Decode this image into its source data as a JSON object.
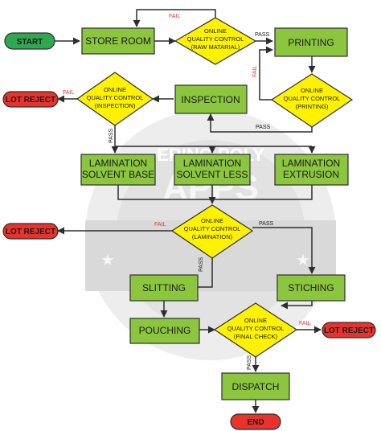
{
  "watermark": {
    "brand": "ERING POLY",
    "logo": "APPS"
  },
  "colors": {
    "box_fill": "#8cc63f",
    "diamond_fill": "#fff200",
    "start_fill": "#2fa84f",
    "red_fill": "#e8322b",
    "fail_text": "#e8322b",
    "line": "#2d2d2d",
    "watermark": "#dcdcdc"
  },
  "nodes": {
    "start": "START",
    "store_room": "STORE ROOM",
    "qc_raw": [
      "ONLINE",
      "QUALITY CONTROL",
      "(RAW MATARIAL)"
    ],
    "printing": "PRINTING",
    "qc_printing": [
      "ONLINE",
      "QUALITY CONTROL",
      "(PRINTING)"
    ],
    "inspection": "INSPECTION",
    "qc_inspection": [
      "ONLINE",
      "QUALITY CONTROL",
      "(INSPECTION)"
    ],
    "lot_reject_1": "LOT REJECT",
    "lam_solvent_base": [
      "LAMINATION",
      "SOLVENT BASE"
    ],
    "lam_solvent_less": [
      "LAMINATION",
      "SOLVENT LESS"
    ],
    "lam_extrusion": [
      "LAMINATION",
      "EXTRUSION"
    ],
    "qc_lamination": [
      "ONLINE",
      "QUALITY CONTROL",
      "(LAMINATION)"
    ],
    "lot_reject_2": "LOT REJECT",
    "slitting": "SLITTING",
    "stiching": "STICHING",
    "pouching": "POUCHING",
    "qc_final": [
      "ONLINE",
      "QUALITY CONTROL",
      "(FINAL CHECK)"
    ],
    "lot_reject_3": "LOT REJECT",
    "dispatch": "DISPATCH",
    "end": "END"
  },
  "labels": {
    "fail": "FAIL",
    "pass": "PASS"
  }
}
